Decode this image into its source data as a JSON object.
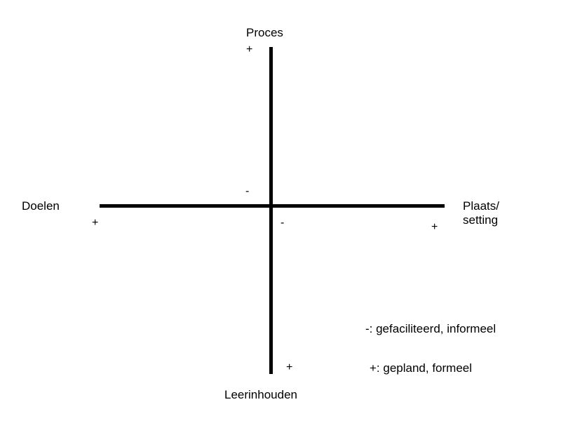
{
  "diagram": {
    "axes": {
      "vertical_top": "Proces",
      "vertical_bottom": "Leerinhouden",
      "horizontal_left": "Doelen",
      "horizontal_right_line1": "Plaats/",
      "horizontal_right_line2": "setting"
    },
    "signs": {
      "top_plus": "+",
      "center_minus_upper": "-",
      "center_minus_lower": "-",
      "left_plus": "+",
      "right_plus": "+",
      "bottom_plus": "+"
    },
    "legend": {
      "minus_entry": "-: gefaciliteerd, informeel",
      "plus_entry": "+: gepland, formeel"
    }
  }
}
